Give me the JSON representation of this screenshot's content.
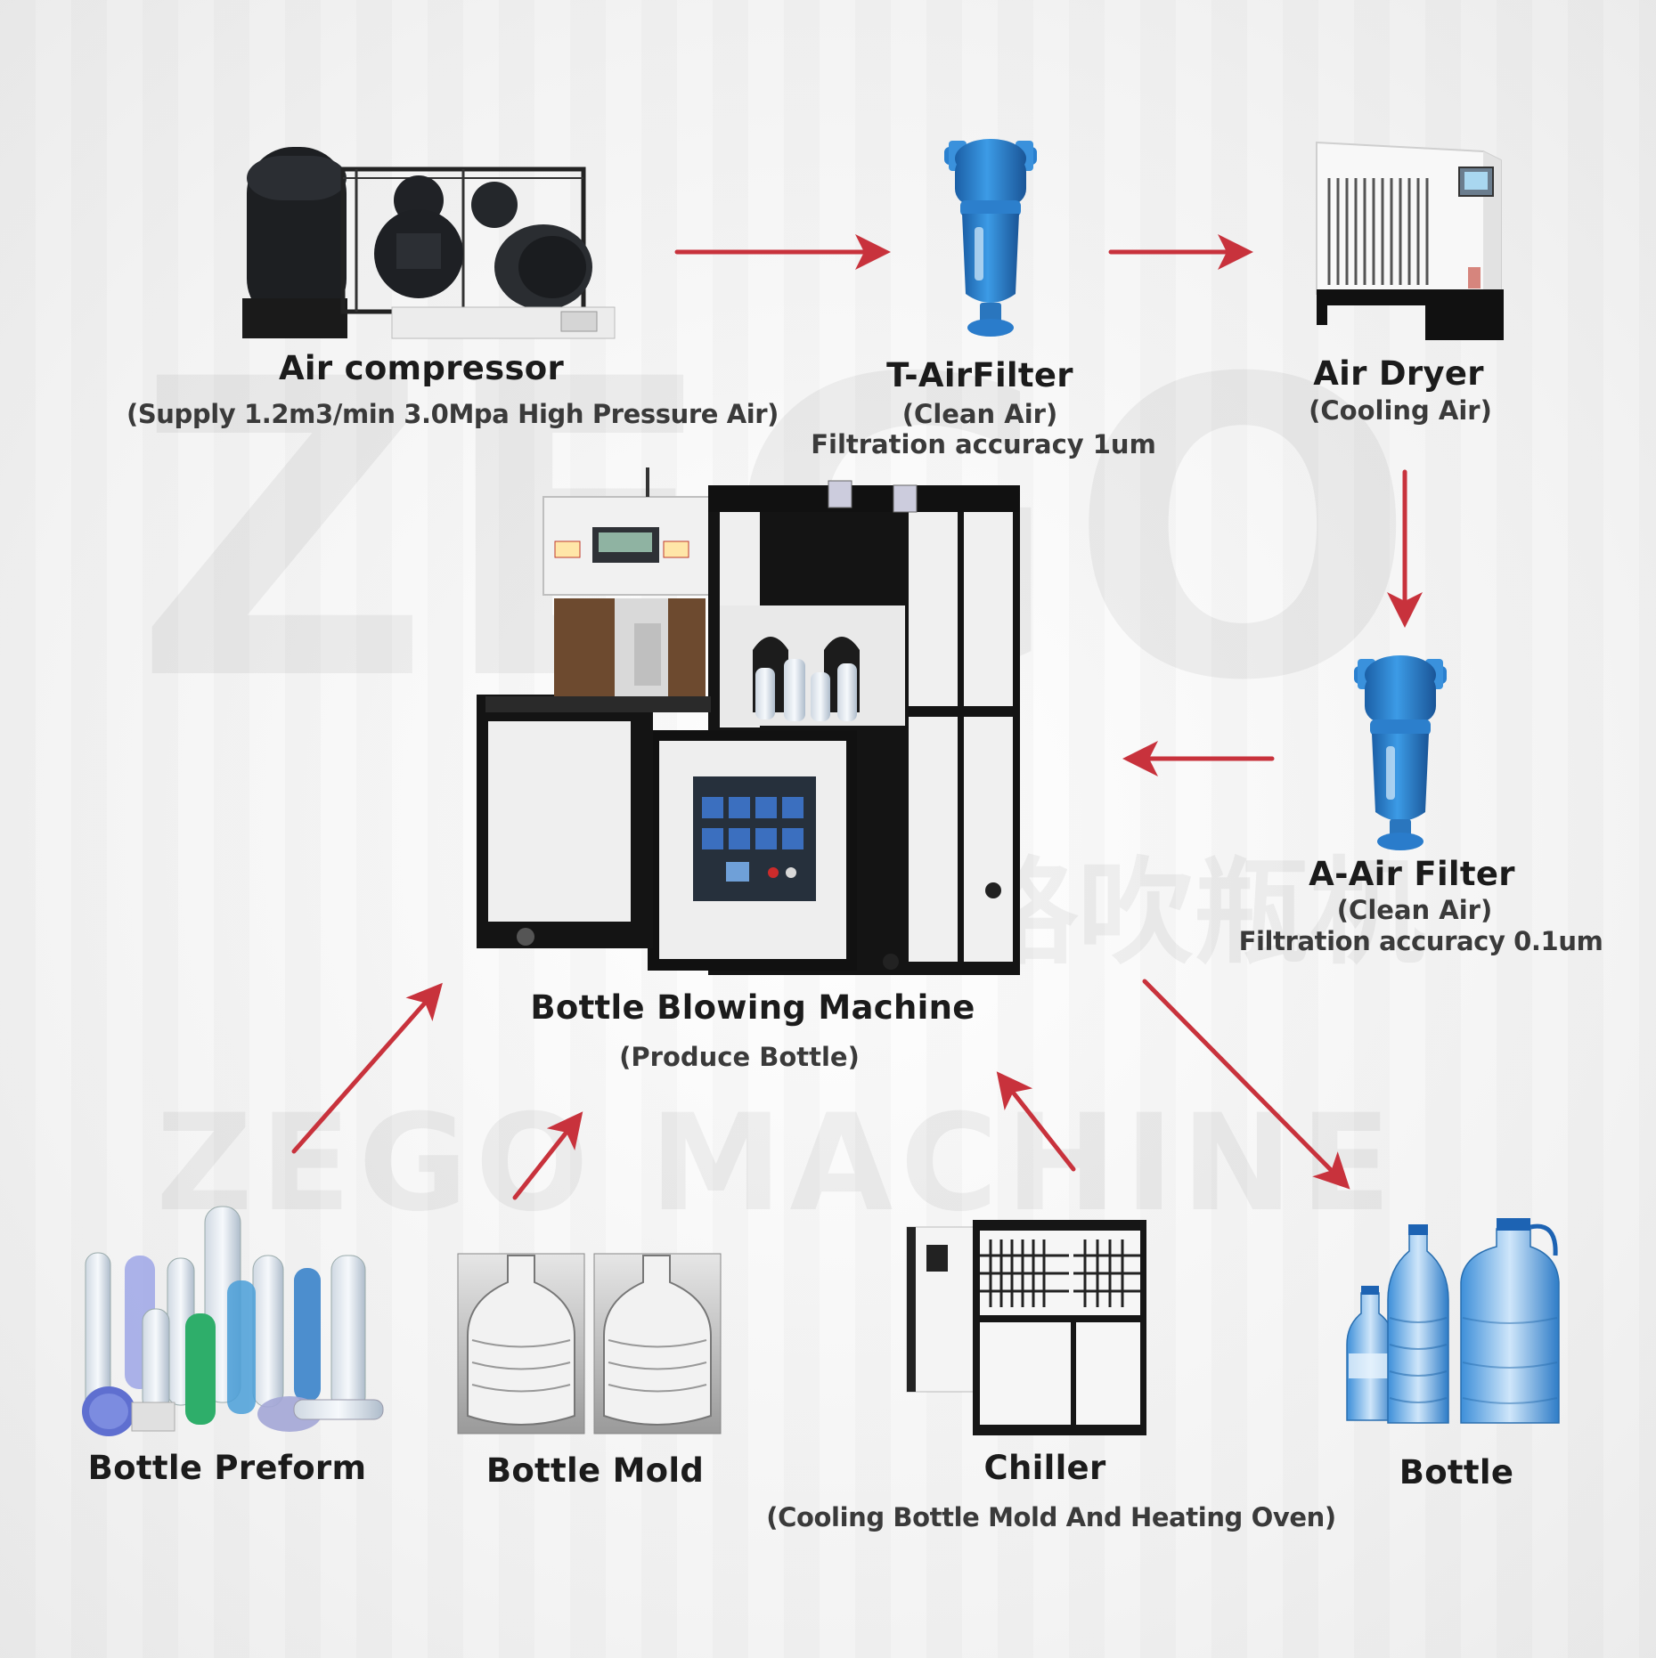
{
  "brand": {
    "watermark_logo": "ZEGO",
    "watermark_name": "ZEGO MACHINE",
    "watermark_cn": "格吹瓶机",
    "arrow_color": "#c8323c",
    "text_color": "#1b1b1b",
    "filter_color": "#2f86d6"
  },
  "nodes": {
    "compressor": {
      "title": "Air compressor",
      "sub": "(Supply 1.2m3/min 3.0Mpa High Pressure Air)",
      "icon": "air-compressor-icon"
    },
    "tfilter": {
      "title": "T-AirFilter",
      "sub": "(Clean Air)",
      "detail": "Filtration accuracy 1um",
      "icon": "filter-icon"
    },
    "dryer": {
      "title": "Air Dryer",
      "sub": "(Cooling Air)",
      "icon": "air-dryer-icon"
    },
    "afilter": {
      "title": "A-Air Filter",
      "sub": "(Clean Air)",
      "detail": "Filtration accuracy 0.1um",
      "icon": "filter-icon"
    },
    "machine": {
      "title": "Bottle Blowing Machine",
      "sub": "(Produce Bottle)",
      "icon": "blowing-machine-icon"
    },
    "preform": {
      "title": "Bottle Preform",
      "icon": "preform-icon"
    },
    "mold": {
      "title": "Bottle Mold",
      "icon": "mold-icon"
    },
    "chiller": {
      "title": "Chiller",
      "sub": "(Cooling Bottle Mold And Heating Oven)",
      "icon": "chiller-icon"
    },
    "bottle": {
      "title": "Bottle",
      "icon": "bottle-icon"
    }
  }
}
